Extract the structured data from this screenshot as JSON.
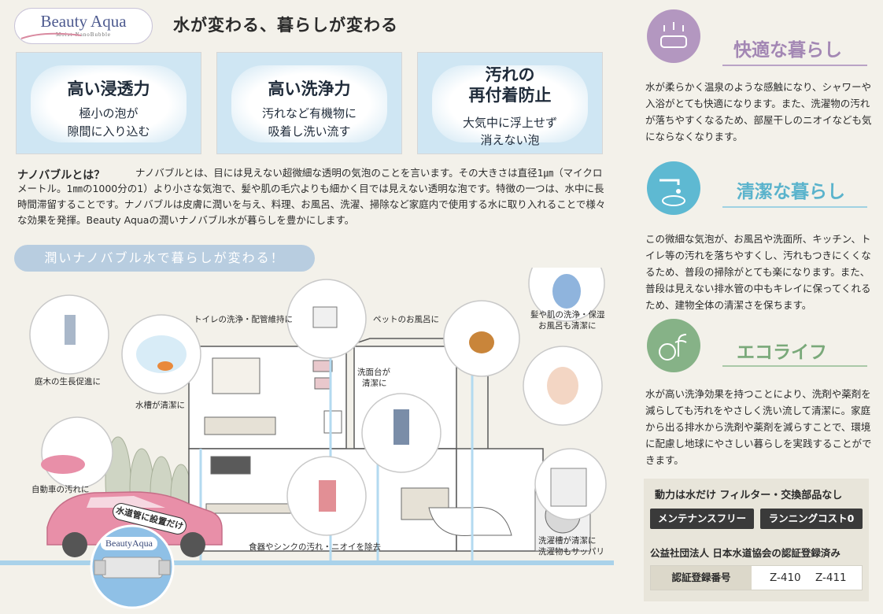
{
  "logo": {
    "brand": "Beauty Aqua",
    "tagline": "Moist-NanoBubble"
  },
  "headline": "水が変わる、暮らしが変わる",
  "features": [
    {
      "title": "高い浸透力",
      "desc_1": "極小の泡が",
      "desc_2": "隙間に入り込む"
    },
    {
      "title": "高い洗浄力",
      "desc_1": "汚れなど有機物に",
      "desc_2": "吸着し洗い流す"
    },
    {
      "title_1": "汚れの",
      "title_2": "再付着防止",
      "desc_1": "大気中に浮上せず",
      "desc_2": "消えない泡"
    }
  ],
  "intro": {
    "heading": "ナノバブルとは？",
    "text": "ナノバブルとは、目には見えない超微細な透明の気泡のことを言います。その大きさは直径1㎛（マイクロメートル。1㎜の1000分の1）より小さな気泡で、髪や肌の毛穴よりも細かく目では見えない透明な泡です。特徴の一つは、水中に長時間滞留することです。ナノバブルは皮膚に潤いを与え、料理、お風呂、洗濯、掃除など家庭内で使用する水に取り入れることで様々な効果を発揮。Beauty Aquaの潤いナノバブル水が暮らしを豊かにします。"
  },
  "banner": "潤いナノバブル水で暮らしが変わる！",
  "illustration": {
    "labels": {
      "garden": "庭木の生長促進に",
      "aquarium": "水槽が清潔に",
      "toilet": "トイレの洗浄・配管維持に",
      "pet": "ペットのお風呂に",
      "hair_1": "髪や肌の洗浄・保湿",
      "hair_2": "お風呂も清潔に",
      "sink_1": "洗面台が",
      "sink_2": "清潔に",
      "car": "自動車の汚れに",
      "kitchen": "食器やシンクの汚れ・ニオイを除去",
      "laundry_1": "洗濯槽が清潔に",
      "laundry_2": "洗濯物もサッパリ",
      "install": "水道管に設置だけ",
      "device_brand": "BeautyAqua"
    }
  },
  "side": [
    {
      "title": "快適な暮らし",
      "color": "#a98cb8",
      "text": "水が柔らかく温泉のような感触になり、シャワーや入浴がとても快適になります。また、洗濯物の汚れが落ちやすくなるため、部屋干しのニオイなども気にならなくなります。"
    },
    {
      "title": "清潔な暮らし",
      "color": "#5cb6cf",
      "text": "この微細な気泡が、お風呂や洗面所、キッチン、トイレ等の汚れを落ちやすくし、汚れもつきにくくなるため、普段の掃除がとても楽になります。また、普段は見えない排水管の中もキレイに保ってくれるため、建物全体の清潔さを保ちます。"
    },
    {
      "title": "エコライフ",
      "color": "#7fae7f",
      "text": "水が高い洗浄効果を持つことにより、洗剤や薬剤を減らしても汚れをやさしく洗い流して清潔に。家庭から出る排水から洗剤や薬剤を減らすことで、環境に配慮し地球にやさしい暮らしを実践することができます。"
    }
  ],
  "panel": {
    "line": "動力は水だけ フィルター・交換部品なし",
    "badge_1": "メンテナンスフリー",
    "badge_2": "ランニングコスト0",
    "cert": "公益社団法人 日本水道協会の認証登録済み",
    "reg_label": "認証登録番号",
    "reg_1": "Z-410",
    "reg_2": "Z-411"
  }
}
